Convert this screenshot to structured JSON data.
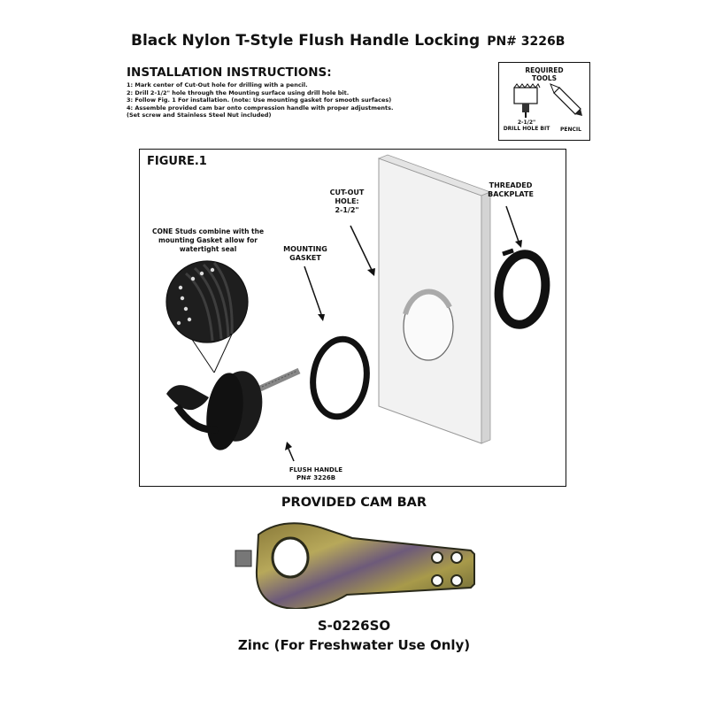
{
  "title": "Black Nylon T-Style Flush Handle Locking",
  "part_number": "PN# 3226B",
  "instructions": {
    "heading": "INSTALLATION INSTRUCTIONS:",
    "steps": [
      "1: Mark center of Cut-Out hole for drilling with a pencil.",
      "2: Drill 2-1/2\" hole through the Mounting surface using drill hole bit.",
      "3: Follow Fig. 1 For installation. (note: Use mounting gasket for smooth surfaces)",
      "4: Assemble provided cam bar onto compression handle with proper adjustments.",
      "(Set screw and Stainless Steel Nut included)"
    ]
  },
  "tools": {
    "title_line1": "REQUIRED",
    "title_line2": "TOOLS",
    "bit_line1": "2-1/2\"",
    "bit_line2": "DRILL HOLE BIT",
    "pencil": "PENCIL"
  },
  "figure": {
    "title": "FIGURE.1",
    "cone_note_line1": "CONE Studs combine with the",
    "cone_note_line2": "mounting Gasket allow for",
    "cone_note_line3": "watertight seal",
    "gasket_line1": "MOUNTING",
    "gasket_line2": "GASKET",
    "cutout_line1": "CUT-OUT",
    "cutout_line2": "HOLE:",
    "cutout_line3": "2-1/2\"",
    "backplate_line1": "THREADED",
    "backplate_line2": "BACKPLATE",
    "handle_line1": "FLUSH HANDLE",
    "handle_line2": "PN# 3226B"
  },
  "cam_bar": {
    "heading": "PROVIDED CAM BAR",
    "part_number": "S-0226SO",
    "note": "Zinc (For Freshwater Use Only)"
  }
}
